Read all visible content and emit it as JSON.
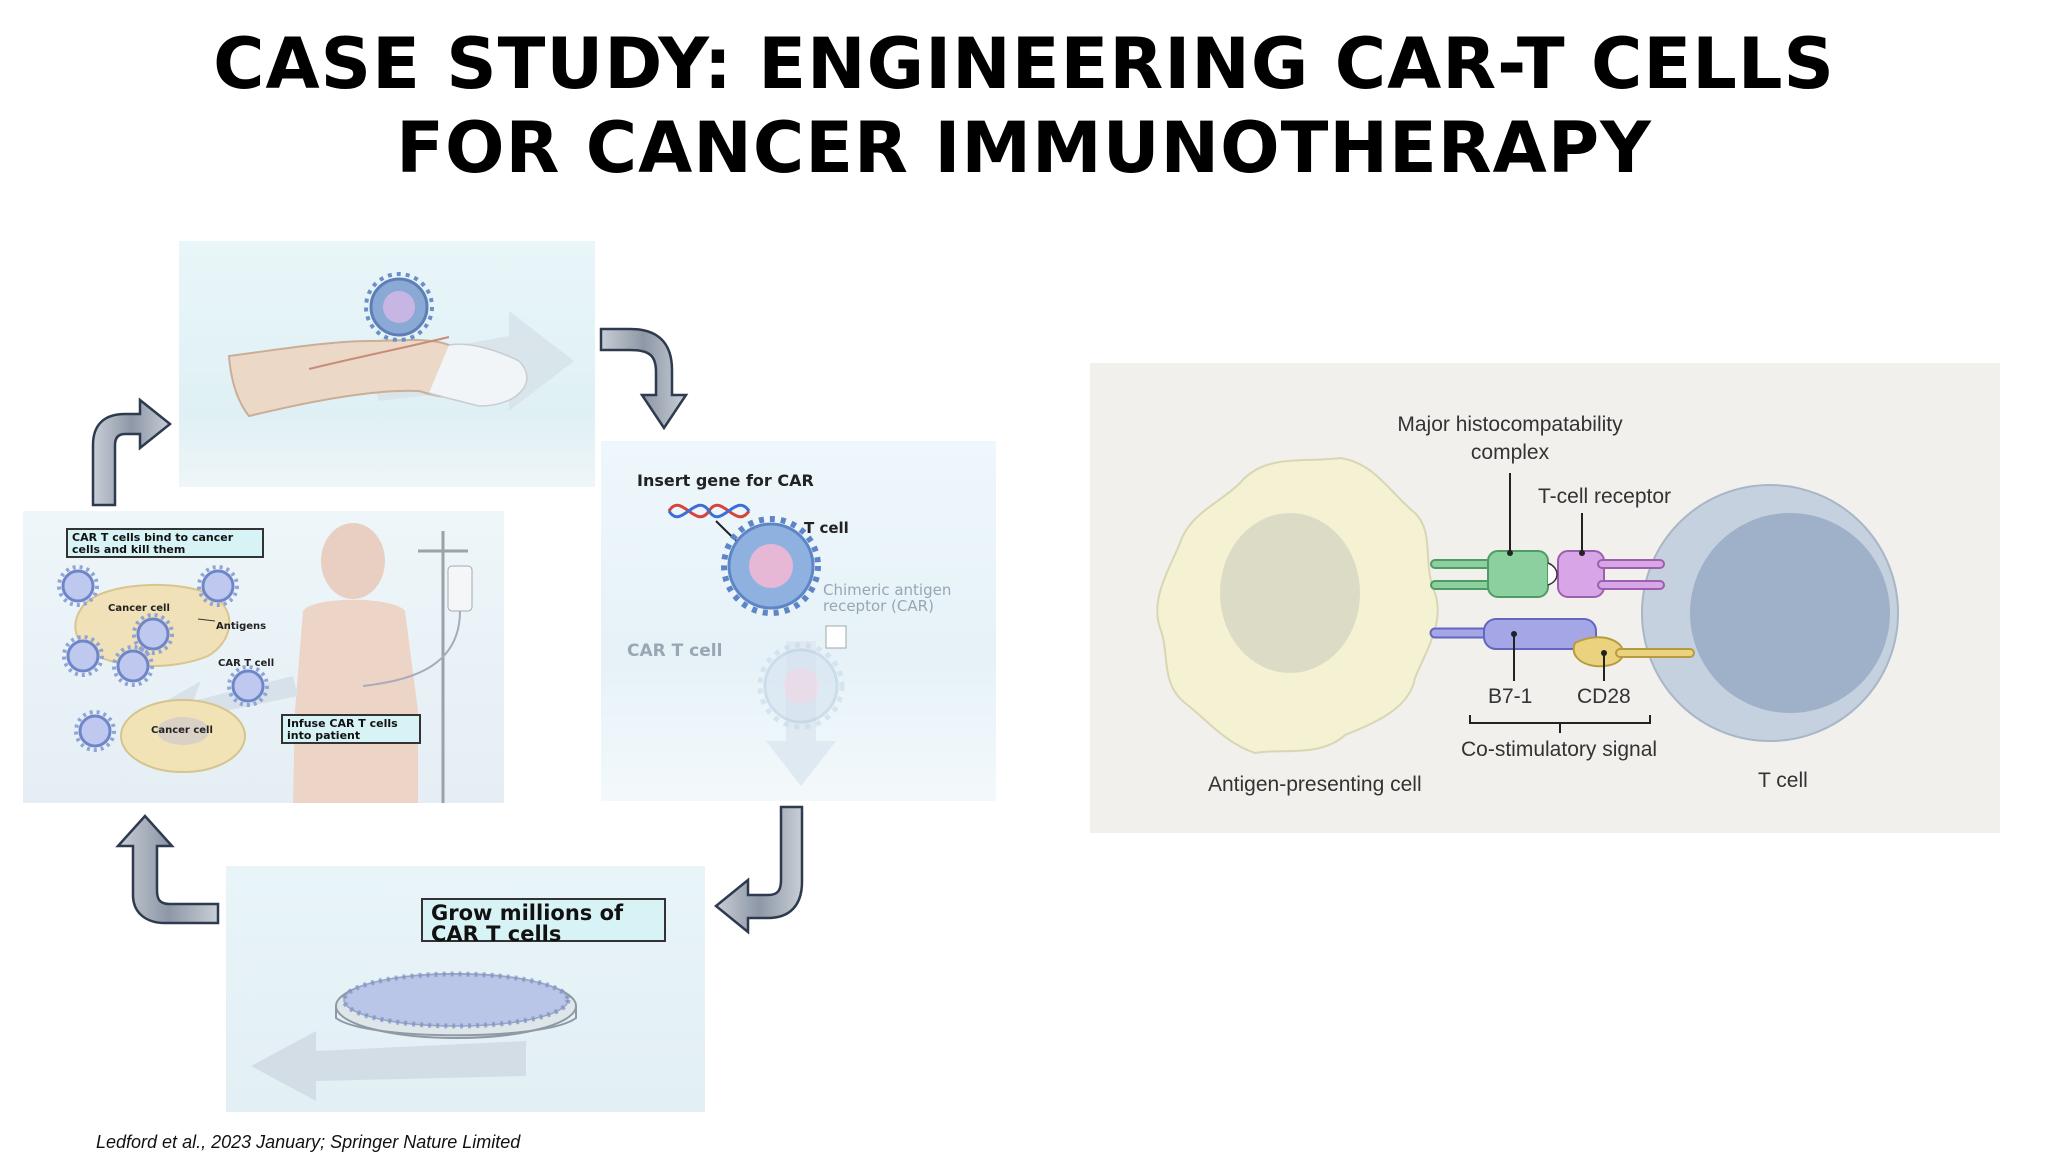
{
  "slide": {
    "title_line1": "CASE STUDY: ENGINEERING CAR-T CELLS",
    "title_line2": "FOR CANCER IMMUNOTHERAPY",
    "citation": "Ledford et al., 2023 January; Springer Nature Limited"
  },
  "cycle": {
    "step_insert": {
      "heading": "Insert gene for CAR",
      "t_cell": "T cell",
      "chimeric_line1": "Chimeric antigen",
      "chimeric_line2": "receptor (CAR)",
      "car_t_cell": "CAR T cell"
    },
    "step_grow": {
      "box_line1": "Grow millions of",
      "box_line2": "CAR T cells"
    },
    "step_infuse": {
      "box_top_line1": "CAR T cells bind to cancer",
      "box_top_line2": "cells and kill them",
      "cancer_cell_1": "Cancer cell",
      "antigens": "Antigens",
      "car_t_cell": "CAR T cell",
      "cancer_cell_2": "Cancer cell",
      "box_bottom_line1": "Infuse CAR T cells",
      "box_bottom_line2": "into patient"
    }
  },
  "diagram": {
    "mhc_line1": "Major histocompatability",
    "mhc_line2": "complex",
    "tcr": "T-cell receptor",
    "b71": "B7-1",
    "cd28": "CD28",
    "costim": "Co-stimulatory signal",
    "apc": "Antigen-presenting cell",
    "tcell": "T cell"
  },
  "colors": {
    "panel_bg": "#eaf5f8",
    "diagram_bg": "#f1f0ec",
    "apc_fill": "#f4f2d2",
    "apc_nucleus": "#dcdbc6",
    "tcell_outer": "#c6d1df",
    "tcell_inner": "#9fb1c8",
    "mhc_green": "#8dd09f",
    "tcr_purple": "#d8a6e6",
    "b71_blue": "#a4a6e6",
    "cd28_gold": "#ebd27f",
    "arrow_fill": "#9aa3b0",
    "arrow_stroke": "#2e3a4e"
  }
}
